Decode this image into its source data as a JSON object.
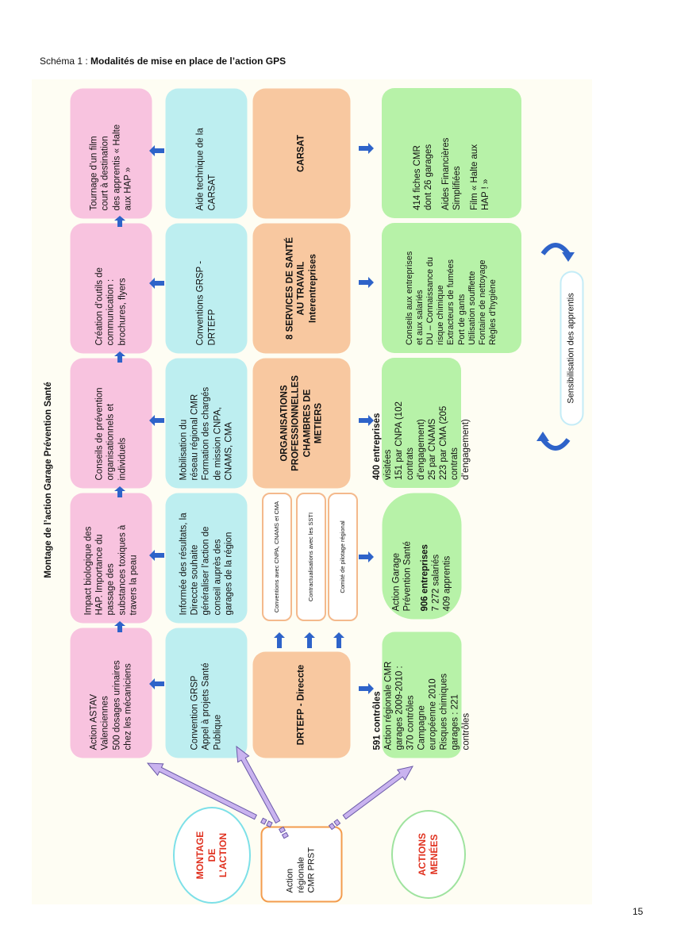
{
  "caption": {
    "prefix": "Schéma 1 : ",
    "title": "Modalités de mise en place de l’action GPS"
  },
  "diagram_title": "Montage de l’action Garage Prévention Santé",
  "row1": [
    [
      "Action ASTAV",
      "Valenciennes",
      "500 dosages urinaires",
      "chez les mécaniciens"
    ],
    [
      "Impact biologique des",
      "HAP. Importance du",
      "passage des",
      "substances toxiques à",
      "travers la peau"
    ],
    [
      "Conseils de prévention",
      "organisationnels et",
      "individuels"
    ],
    [
      "Création d’outils de",
      "communication :",
      "brochures, flyers"
    ],
    [
      "Tournage d’un film",
      "court à destination",
      "des apprentis « Halte",
      "aux HAP »"
    ]
  ],
  "row2": [
    [
      "Convention GRSP",
      "Appel à projets Santé",
      "Publique"
    ],
    [
      "Informée des résultats, la",
      "Direccte souhaite",
      "généraliser l’action de",
      "conseil auprès des",
      "garages de la région"
    ],
    [
      "Mobilisation du",
      "réseau régional CMR",
      "Formation des chargés",
      "de mission CNPA,",
      "CNAMS, CMA"
    ],
    [
      "Conventions GRSP -",
      "DRTEFP"
    ],
    [
      "Aide technique de la",
      "CARSAT"
    ]
  ],
  "row3": {
    "drtefp": "DRTEFP - Direccte",
    "small": [
      "Conventions avec CNPA, CNAMS et CMA",
      "Contractualisations avec les SSTI",
      "Comité de pilotage régional"
    ],
    "orgs": [
      "ORGANISATIONS",
      "PROFESSIONNELLES",
      "CHAMBRES DE",
      "METIERS"
    ],
    "services": [
      "8 SERVICES DE SANTÉ",
      "AU TRAVAIL",
      "Interentreprises"
    ],
    "carsat": "CARSAT"
  },
  "row4": {
    "controles": {
      "bold": "591 contrôles",
      "lines": [
        "Action régionale CMR",
        "garages 2009-2010 :",
        "370 contrôles",
        "Campagne",
        "européenne 2010",
        "Risques chimiques",
        "garages : 221",
        "contrôles"
      ]
    },
    "gps": {
      "lines": [
        "Action Garage",
        "Prévention Santé"
      ],
      "bold": "906 entreprises",
      "lines2": [
        "7 272 salariés",
        "409 apprentis"
      ]
    },
    "entreprises": {
      "bold": "400 entreprises",
      "lines": [
        "visitées",
        "151 par CNPA (102",
        "contrats",
        "d’engagement)",
        "25 par CNAMS",
        "223 par CMA (205",
        "contrats",
        "d’engagement)"
      ]
    },
    "conseils": [
      "Conseils aux entreprises",
      "et aux salariés",
      "DU – Connaissance du",
      "risque chimique",
      "Extracteurs de fumées",
      "Port de gants",
      "Utilisation soufflette",
      "Fontaine de nettoyage",
      "Règles d’hygiène"
    ],
    "bilan": [
      "414 fiches CMR",
      "dont 26 garages",
      "",
      "Aides Financières",
      "Simplifiées",
      "",
      "Film « Halte aux",
      "HAP ! »"
    ]
  },
  "sensibilisation": "Sensibilisation des apprentis",
  "left": {
    "montage": [
      "MONTAGE",
      "DE",
      "L’ACTION"
    ],
    "action": [
      "Action",
      "régionale",
      "CMR PRST"
    ],
    "actions_menees": [
      "ACTIONS",
      "MENÉES"
    ]
  },
  "page_number": "15",
  "colors": {
    "pink": "#f8c3df",
    "cyan": "#bdeef0",
    "orange": "#f8c8a0",
    "green": "#b7f2a8",
    "arrow_blue": "#2e63c9",
    "arrow_purple": "#c9b3ef",
    "montage_red": "#e0311f",
    "montage_border": "#7de0e8",
    "actions_border": "#9fe39f",
    "action_border": "#f39c4d"
  }
}
